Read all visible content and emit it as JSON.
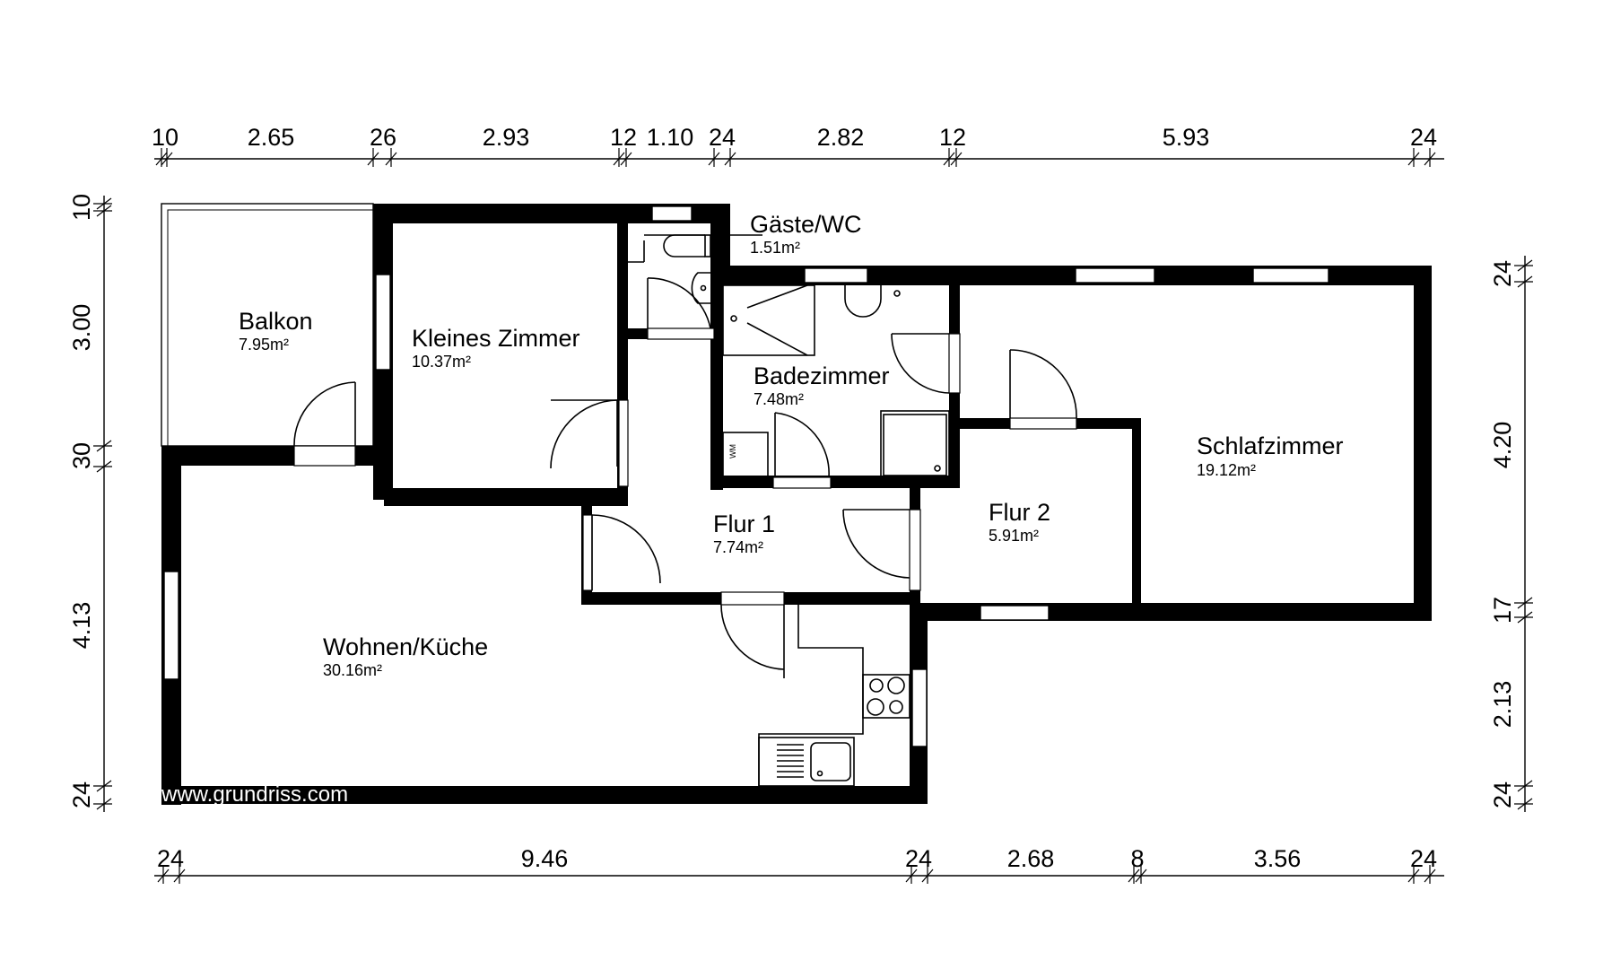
{
  "plan": {
    "watermark": "www.grundriss.com",
    "rooms": [
      {
        "id": "balkon",
        "name": "Balkon",
        "area": "7.95m²"
      },
      {
        "id": "kleines-zimmer",
        "name": "Kleines Zimmer",
        "area": "10.37m²"
      },
      {
        "id": "gaeste-wc",
        "name": "Gäste/WC",
        "area": "1.51m²"
      },
      {
        "id": "badezimmer",
        "name": "Badezimmer",
        "area": "7.48m²"
      },
      {
        "id": "schlafzimmer",
        "name": "Schlafzimmer",
        "area": "19.12m²"
      },
      {
        "id": "flur-1",
        "name": "Flur 1",
        "area": "7.74m²"
      },
      {
        "id": "flur-2",
        "name": "Flur 2",
        "area": "5.91m²"
      },
      {
        "id": "wohnen-kueche",
        "name": "Wohnen/Küche",
        "area": "30.16m²"
      }
    ],
    "fixture_labels": {
      "washing_machine": "WM"
    }
  },
  "dimensions": {
    "top": [
      "10",
      "2.65",
      "26",
      "2.93",
      "12",
      "1.10",
      "24",
      "2.82",
      "12",
      "5.93",
      "24"
    ],
    "bottom": [
      "24",
      "9.46",
      "24",
      "2.68",
      "8",
      "3.56",
      "24"
    ],
    "left": [
      "10",
      "3.00",
      "30",
      "4.13",
      "24"
    ],
    "right": [
      "24",
      "4.20",
      "17",
      "2.13",
      "24"
    ]
  }
}
